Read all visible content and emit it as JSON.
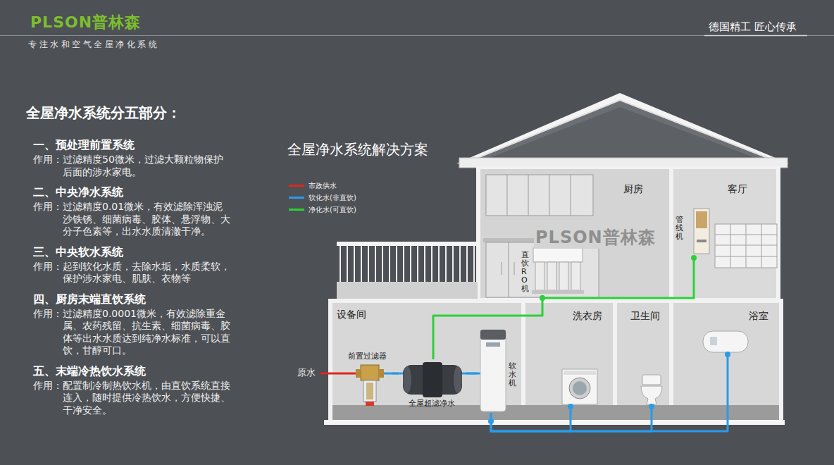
{
  "diagram": {
    "title": "全屋净水系统解决方案",
    "nodes": [
      {
        "text": [
          "厨房"
        ]
      },
      {
        "text": [
          "直饮RO机"
        ],
        "in": 0
      },
      {
        "text": [
          "客厅"
        ]
      },
      {
        "text": [
          "管线机"
        ],
        "in": 2
      },
      {
        "text": [
          "设备间"
        ]
      },
      {
        "text": [
          "前置过滤器"
        ],
        "in": 4
      },
      {
        "text": [
          "全屋超滤净水"
        ],
        "in": 4
      },
      {
        "text": [
          "软水机"
        ],
        "in": 4
      },
      {
        "text": [
          "洗衣房"
        ]
      },
      {
        "text": [
          "卫生间"
        ]
      },
      {
        "text": [
          "浴室"
        ]
      }
    ],
    "edges": [
      {
        "from": 5,
        "to": 6,
        "arrow": "none"
      },
      {
        "from": 6,
        "to": 7,
        "arrow": "none"
      },
      {
        "from": 6,
        "to": 1,
        "arrow": "none"
      },
      {
        "from": 1,
        "to": 3,
        "arrow": "none"
      },
      {
        "from": 7,
        "to": 8,
        "arrow": "none"
      },
      {
        "from": 7,
        "to": 9,
        "arrow": "none"
      },
      {
        "from": 7,
        "to": 10,
        "arrow": "none"
      }
    ],
    "labels": [
      "PLSON普林森",
      "专注水和空气全屋净化系统",
      "德国精工 匠心传承",
      "全屋净水系统分五部分：",
      "一、预处理前置系统",
      "作用：过滤精度50微米，过滤大颗粒物保护后面的涉水家电。",
      "二、中央净水系统",
      "作用：过滤精度0.01微米，有效滤除浑浊泥沙铁锈、细菌病毒、胶体、悬浮物、大分子色素等，出水水质清澈干净。",
      "三、中央软水系统",
      "作用：起到软化水质，去除水垢，水质柔软， 保护涉水家电、肌肤、衣物等",
      "四、厨房末端直饮系统",
      "作用：过滤精度0.0001微米，有效滤除重金属、农药残留、抗生素、细菌病毒、胶体等出水水质达到纯净水标准，可以直饮，甘醇可口。",
      "五、末端冷热饮水系统",
      "作用：配置制冷制热饮水机，由直饮系统直接连入，随时提供冷热饮水，方便快捷、干净安全。",
      "原水",
      "PLSON普林森"
    ],
    "legend": [
      {
        "text": "市政供水",
        "color": "#e0261c"
      },
      {
        "text": "软化水(非直饮)",
        "color": "#2a9be8"
      },
      {
        "text": "净化水(可直饮)",
        "color": "#2bd13a"
      }
    ]
  }
}
